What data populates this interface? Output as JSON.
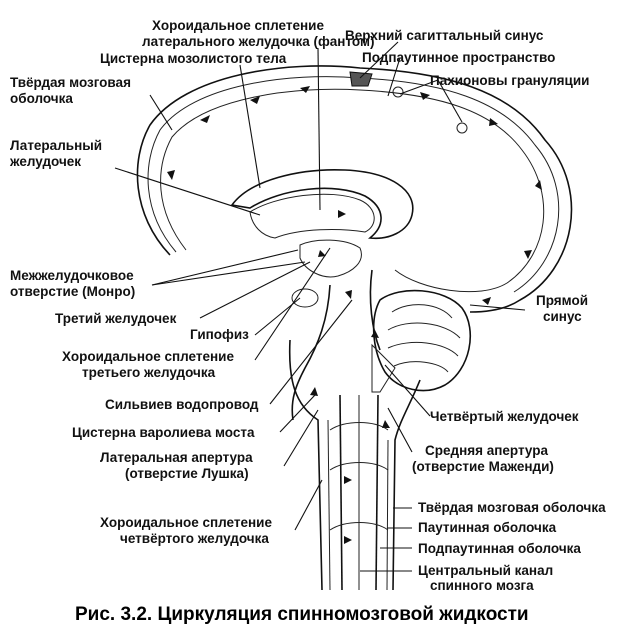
{
  "labels": {
    "choroid_lateral_1": "Хороидальное сплетение",
    "choroid_lateral_2": "латерального желудочка (фантом)",
    "sup_sagittal_sinus": "Верхний сагиттальный синус",
    "corpus_callosum_cistern": "Цистерна мозолистого тела",
    "subarachnoid_space": "Подпаутинное пространство",
    "dura_1": "Твёрдая мозговая",
    "dura_2": "оболочка",
    "pacchionian": "Пахионовы грануляции",
    "lateral_ventricle_1": "Латеральный",
    "lateral_ventricle_2": "желудочек",
    "monro_1": "Межжелудочковое",
    "monro_2": "отверстие (Монро)",
    "straight_sinus_1": "Прямой",
    "straight_sinus_2": "синус",
    "third_ventricle": "Третий желудочек",
    "pituitary": "Гипофиз",
    "choroid_third_1": "Хороидальное сплетение",
    "choroid_third_2": "третьего желудочка",
    "sylvian_aqueduct": "Сильвиев водопровод",
    "fourth_ventricle": "Четвёртый желудочек",
    "pons_cistern": "Цистерна варолиева моста",
    "median_aperture_1": "Средняя апертура",
    "median_aperture_2": "(отверстие Маженди)",
    "lateral_aperture_1": "Латеральная апертура",
    "lateral_aperture_2": "(отверстие Лушка)",
    "spinal_dura": "Твёрдая мозговая  оболочка",
    "choroid_fourth_1": "Хороидальное сплетение",
    "choroid_fourth_2": "четвёртого желудочка",
    "arachnoid": "Паутинная оболочка",
    "spinal_subarachnoid": "Подпаутинная оболочка",
    "central_canal_1": "Центральный канал",
    "central_canal_2": "спинного мозга"
  },
  "caption": "Рис. 3.2. Циркуляция спинномозговой жидкости"
}
